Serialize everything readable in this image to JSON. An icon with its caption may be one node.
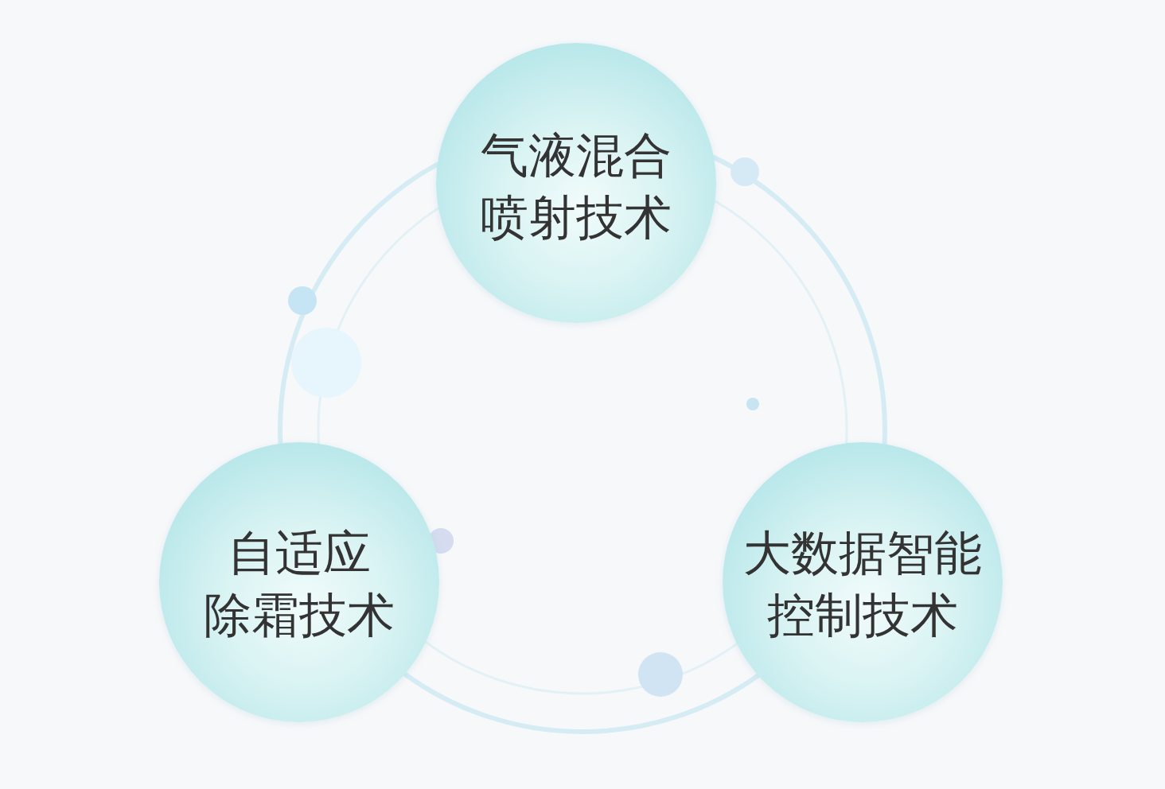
{
  "diagram": {
    "nodes": [
      {
        "text": [
          "气液混合喷射技术"
        ]
      },
      {
        "text": [
          "自适应除霜技术"
        ]
      },
      {
        "text": [
          "大数据智能控制技术"
        ]
      }
    ],
    "edges": [
      {
        "from": 0,
        "to": 2,
        "arrow": "none"
      },
      {
        "from": 2,
        "to": 1,
        "arrow": "none"
      },
      {
        "from": 1,
        "to": 0,
        "arrow": "none"
      }
    ]
  }
}
